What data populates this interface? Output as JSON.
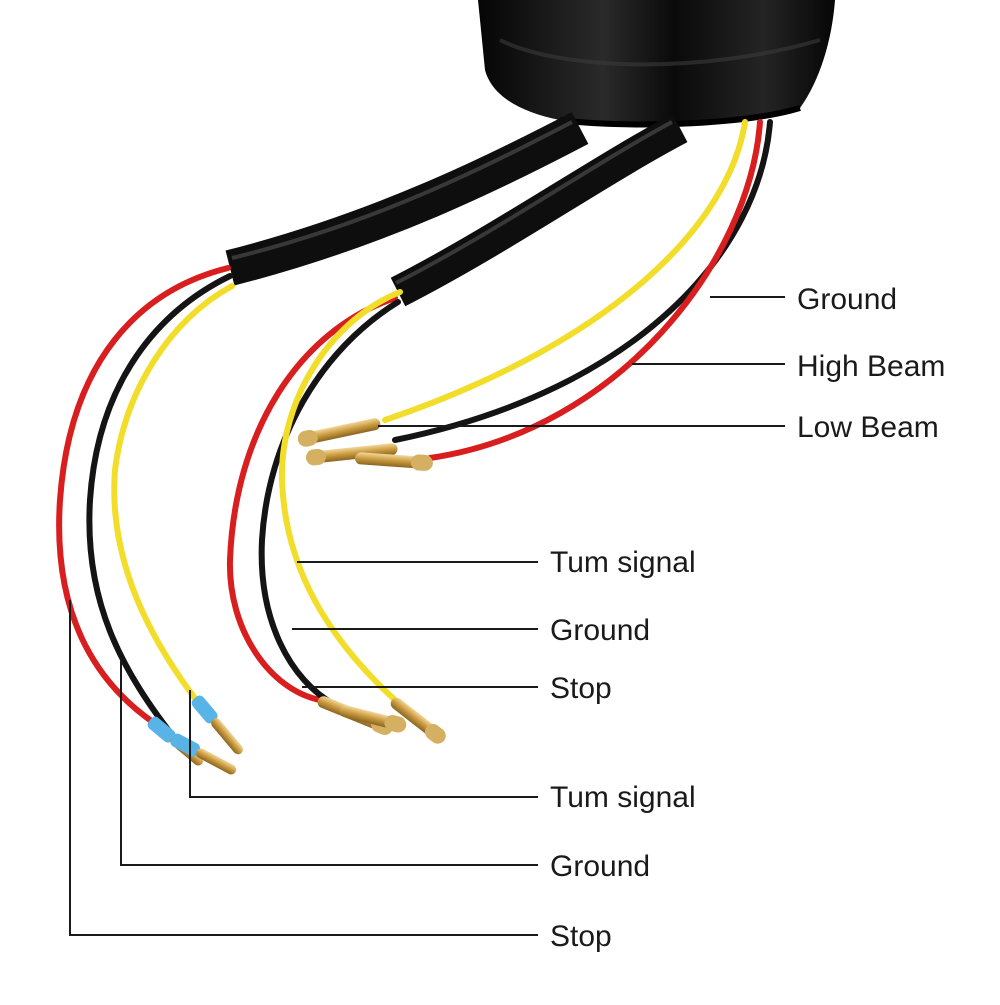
{
  "labels": {
    "upper_group": {
      "ground": "Ground",
      "high_beam": "High Beam",
      "low_beam": "Low Beam"
    },
    "middle_group": {
      "turn_signal": "Tum signal",
      "ground": "Ground",
      "stop": "Stop"
    },
    "lower_group": {
      "turn_signal": "Tum signal",
      "ground": "Ground",
      "stop": "Stop"
    }
  },
  "colors": {
    "background": "#ffffff",
    "housing": "#0d0d0d",
    "sheath": "#101010",
    "wire_red": "#d81e1e",
    "wire_black": "#141414",
    "wire_yellow": "#f2de2a",
    "terminal_brass": "#c9a24a",
    "heat_shrink_blue": "#58b4e6",
    "leader_line": "#1a1a1a"
  }
}
